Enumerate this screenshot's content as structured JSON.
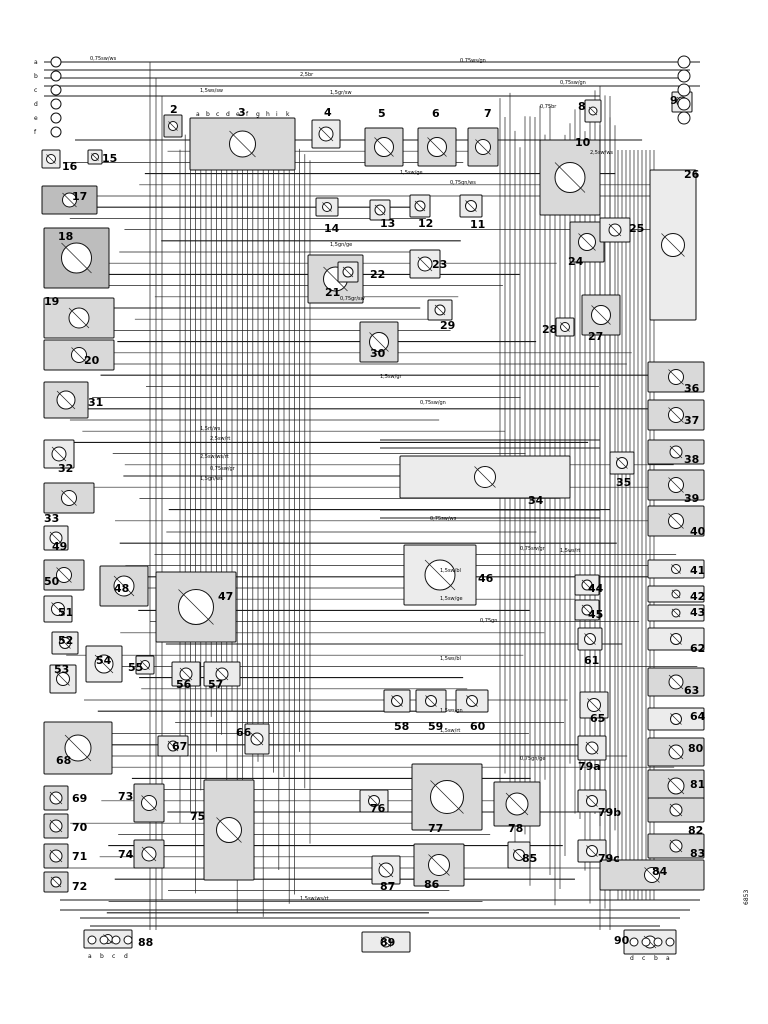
{
  "components": [
    {
      "id": "2",
      "n": "2"
    },
    {
      "id": "3",
      "n": "3"
    },
    {
      "id": "4",
      "n": "4"
    },
    {
      "id": "5",
      "n": "5"
    },
    {
      "id": "6",
      "n": "6"
    },
    {
      "id": "7",
      "n": "7"
    },
    {
      "id": "8",
      "n": "8"
    },
    {
      "id": "9",
      "n": "9"
    },
    {
      "id": "10",
      "n": "10"
    },
    {
      "id": "11",
      "n": "11"
    },
    {
      "id": "12",
      "n": "12"
    },
    {
      "id": "13",
      "n": "13"
    },
    {
      "id": "14",
      "n": "14"
    },
    {
      "id": "15",
      "n": "15"
    },
    {
      "id": "16",
      "n": "16"
    },
    {
      "id": "17",
      "n": "17"
    },
    {
      "id": "18",
      "n": "18"
    },
    {
      "id": "19",
      "n": "19"
    },
    {
      "id": "20",
      "n": "20"
    },
    {
      "id": "21",
      "n": "21"
    },
    {
      "id": "22",
      "n": "22"
    },
    {
      "id": "23",
      "n": "23"
    },
    {
      "id": "24",
      "n": "24"
    },
    {
      "id": "25",
      "n": "25"
    },
    {
      "id": "26",
      "n": "26"
    },
    {
      "id": "27",
      "n": "27"
    },
    {
      "id": "28",
      "n": "28"
    },
    {
      "id": "29",
      "n": "29"
    },
    {
      "id": "30",
      "n": "30"
    },
    {
      "id": "31",
      "n": "31"
    },
    {
      "id": "32",
      "n": "32"
    },
    {
      "id": "33",
      "n": "33"
    },
    {
      "id": "34",
      "n": "34"
    },
    {
      "id": "35",
      "n": "35"
    },
    {
      "id": "36",
      "n": "36"
    },
    {
      "id": "37",
      "n": "37"
    },
    {
      "id": "38",
      "n": "38"
    },
    {
      "id": "39",
      "n": "39"
    },
    {
      "id": "40",
      "n": "40"
    },
    {
      "id": "41",
      "n": "41"
    },
    {
      "id": "42",
      "n": "42"
    },
    {
      "id": "43",
      "n": "43"
    },
    {
      "id": "44",
      "n": "44"
    },
    {
      "id": "45",
      "n": "45"
    },
    {
      "id": "46",
      "n": "46"
    },
    {
      "id": "47",
      "n": "47"
    },
    {
      "id": "48",
      "n": "48"
    },
    {
      "id": "49",
      "n": "49"
    },
    {
      "id": "50",
      "n": "50"
    },
    {
      "id": "51",
      "n": "51"
    },
    {
      "id": "52",
      "n": "52"
    },
    {
      "id": "53",
      "n": "53"
    },
    {
      "id": "54",
      "n": "54"
    },
    {
      "id": "55",
      "n": "55"
    },
    {
      "id": "56",
      "n": "56"
    },
    {
      "id": "57",
      "n": "57"
    },
    {
      "id": "58",
      "n": "58"
    },
    {
      "id": "59",
      "n": "59"
    },
    {
      "id": "60",
      "n": "60"
    },
    {
      "id": "61",
      "n": "61"
    },
    {
      "id": "62",
      "n": "62"
    },
    {
      "id": "63",
      "n": "63"
    },
    {
      "id": "64",
      "n": "64"
    },
    {
      "id": "65",
      "n": "65"
    },
    {
      "id": "66",
      "n": "66"
    },
    {
      "id": "67",
      "n": "67"
    },
    {
      "id": "68",
      "n": "68"
    },
    {
      "id": "69",
      "n": "69"
    },
    {
      "id": "70",
      "n": "70"
    },
    {
      "id": "71",
      "n": "71"
    },
    {
      "id": "72",
      "n": "72"
    },
    {
      "id": "73",
      "n": "73"
    },
    {
      "id": "74",
      "n": "74"
    },
    {
      "id": "75",
      "n": "75"
    },
    {
      "id": "76",
      "n": "76"
    },
    {
      "id": "77",
      "n": "77"
    },
    {
      "id": "78",
      "n": "78"
    },
    {
      "id": "79a",
      "n": "79a"
    },
    {
      "id": "79b",
      "n": "79b"
    },
    {
      "id": "79c",
      "n": "79c"
    },
    {
      "id": "80",
      "n": "80"
    },
    {
      "id": "81",
      "n": "81"
    },
    {
      "id": "82",
      "n": "82"
    },
    {
      "id": "83",
      "n": "83"
    },
    {
      "id": "84",
      "n": "84"
    },
    {
      "id": "85",
      "n": "85"
    },
    {
      "id": "86",
      "n": "86"
    },
    {
      "id": "87",
      "n": "87"
    },
    {
      "id": "88",
      "n": "88"
    },
    {
      "id": "89",
      "n": "89"
    },
    {
      "id": "90",
      "n": "90"
    }
  ],
  "wire_labels": [
    "0,75sw/ws",
    "2,5br",
    "0,75ws/gn",
    "0,75sw/gn",
    "1,5ws/sw",
    "1,5gr/sw",
    "0,75br",
    "2,5sw/ws",
    "1,5sw/ge",
    "0,75gn/ws",
    "1,5gn/ge",
    "0,75gr/sw",
    "1,5sw/gr",
    "0,75sw/gn",
    "1,5rt/ws",
    "2,5sw/rt",
    "2,5sw/ws/rt",
    "0,75sw/gr",
    "1,5gn/ws",
    "0,75sw/ws",
    "0,75sw/gr",
    "1,5ws/rt",
    "1,5sw/bl",
    "1,5sw/ge",
    "1,5ws/bl",
    "0,75gn",
    "1,5ws/gn",
    "1,5sw/rt",
    "0,75gn/ge",
    "1,5sw/ws/rt"
  ],
  "edge_letters_top_left": [
    "a",
    "b",
    "c",
    "d",
    "e",
    "f"
  ],
  "connector_3_letters": [
    "a",
    "b",
    "c",
    "d",
    "e",
    "f",
    "g",
    "h",
    "i",
    "k"
  ],
  "connector_88_letters": [
    "a",
    "b",
    "c",
    "d"
  ],
  "connector_90_letters": [
    "d",
    "c",
    "b",
    "a"
  ],
  "corner_mark": "6853"
}
